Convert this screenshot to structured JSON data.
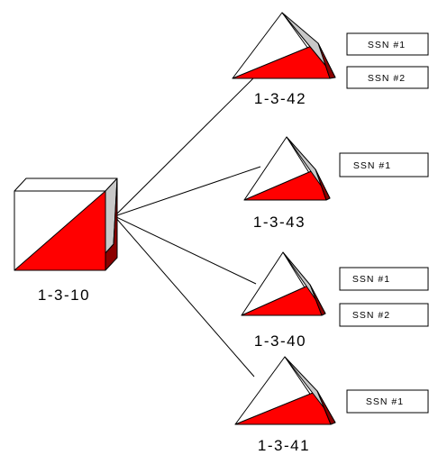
{
  "colors": {
    "red": "#ff0000",
    "dark_red": "#8b0000",
    "gray_face": "#c8c8c8",
    "outline": "#000000",
    "background": "#ffffff"
  },
  "hub": {
    "label": "1-3-10",
    "icon": "cube-signal-point-icon"
  },
  "nodes": [
    {
      "label": "1-3-42",
      "icon": "pyramid-signal-point-icon",
      "ssns": [
        "SSN #1",
        "SSN #2"
      ]
    },
    {
      "label": "1-3-43",
      "icon": "pyramid-signal-point-icon",
      "ssns": [
        "SSN #1"
      ]
    },
    {
      "label": "1-3-40",
      "icon": "pyramid-signal-point-icon",
      "ssns": [
        "SSN #1",
        "SSN #2"
      ]
    },
    {
      "label": "1-3-41",
      "icon": "pyramid-signal-point-icon",
      "ssns": [
        "SSN #1"
      ]
    }
  ]
}
